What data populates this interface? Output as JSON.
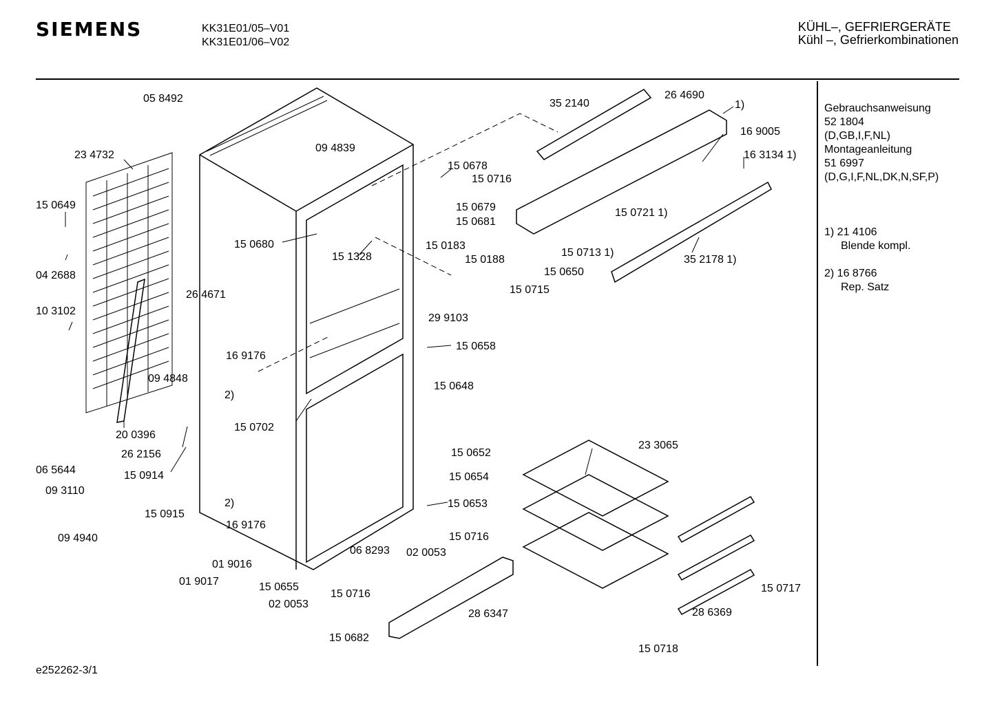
{
  "header": {
    "brand": "SIEMENS",
    "model_1": "KK31E01/05–V01",
    "model_2": "KK31E01/06–V02",
    "category_1": "KÜHL–, GEFRIERGERÄTE",
    "category_2": "Kühl –, Gefrierkombinationen"
  },
  "side_notes": {
    "manual_title": "Gebrauchsanweisung",
    "manual_number": "52 1804",
    "manual_langs": "(D,GB,I,F,NL)",
    "install_title": "Montageanleitung",
    "install_number": "51 6997",
    "install_langs": "(D,G,I,F,NL,DK,N,SF,P)",
    "note1_number": "1) 21 4106",
    "note1_desc": "Blende kompl.",
    "note2_number": "2) 16 8766",
    "note2_desc": "Rep. Satz"
  },
  "footer": {
    "doc_id": "e252262-3/1"
  },
  "parts": [
    "05 8492",
    "23 4732",
    "15 0649",
    "04 2688",
    "10 3102",
    "26 4671",
    "09 4848",
    "20 0396",
    "26 2156",
    "15 0914",
    "06 5644",
    "09 3110",
    "09 4940",
    "15 0915",
    "01 9016",
    "01 9017",
    "09 4839",
    "15 0680",
    "15 1328",
    "16 9176",
    "15 0702",
    "16 9176",
    "15 0655",
    "02 0053",
    "15 0716",
    "15 0682",
    "06 8293",
    "02 0053",
    "15 0716",
    "15 0653",
    "15 0652",
    "15 0654",
    "15 0678",
    "15 0716",
    "15 0679",
    "15 0681",
    "15 0183",
    "15 0188",
    "29 9103",
    "15 0650",
    "15 0715",
    "15 0658",
    "15 0648",
    "35 2140",
    "26 4690",
    "1)",
    "16 9005",
    "16 3134 1)",
    "15 0721 1)",
    "15 0713 1)",
    "35 2178 1)",
    "23 3065",
    "28 6347",
    "28 6369",
    "15 0717",
    "15 0718",
    "2)",
    "2)"
  ]
}
